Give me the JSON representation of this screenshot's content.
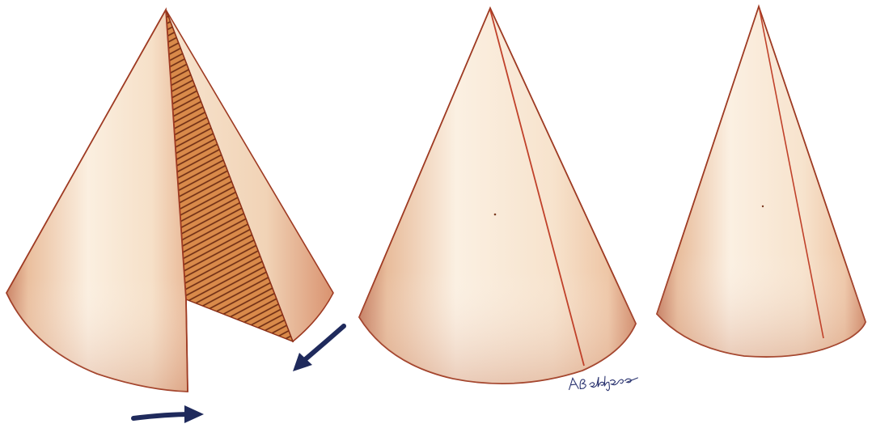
{
  "illustration": {
    "cones": [
      {
        "id": "cone-open",
        "state": "open with cut wedge"
      },
      {
        "id": "cone-closing",
        "state": "closed with seam"
      },
      {
        "id": "cone-closed",
        "state": "narrow closed with seam"
      }
    ],
    "arrows": [
      {
        "id": "arrow-lower",
        "direction": "right"
      },
      {
        "id": "arrow-upper",
        "direction": "down-left"
      }
    ],
    "colors": {
      "paper_light": "#fbefe0",
      "paper_mid": "#f2d2b5",
      "paper_dark": "#c98062",
      "edge": "#9e3a22",
      "seam": "#c0412a",
      "hatch": "#6b2a12",
      "wedge": "#d98a4a",
      "arrow": "#1f2a5c"
    },
    "signature": "ABaldyrera"
  }
}
